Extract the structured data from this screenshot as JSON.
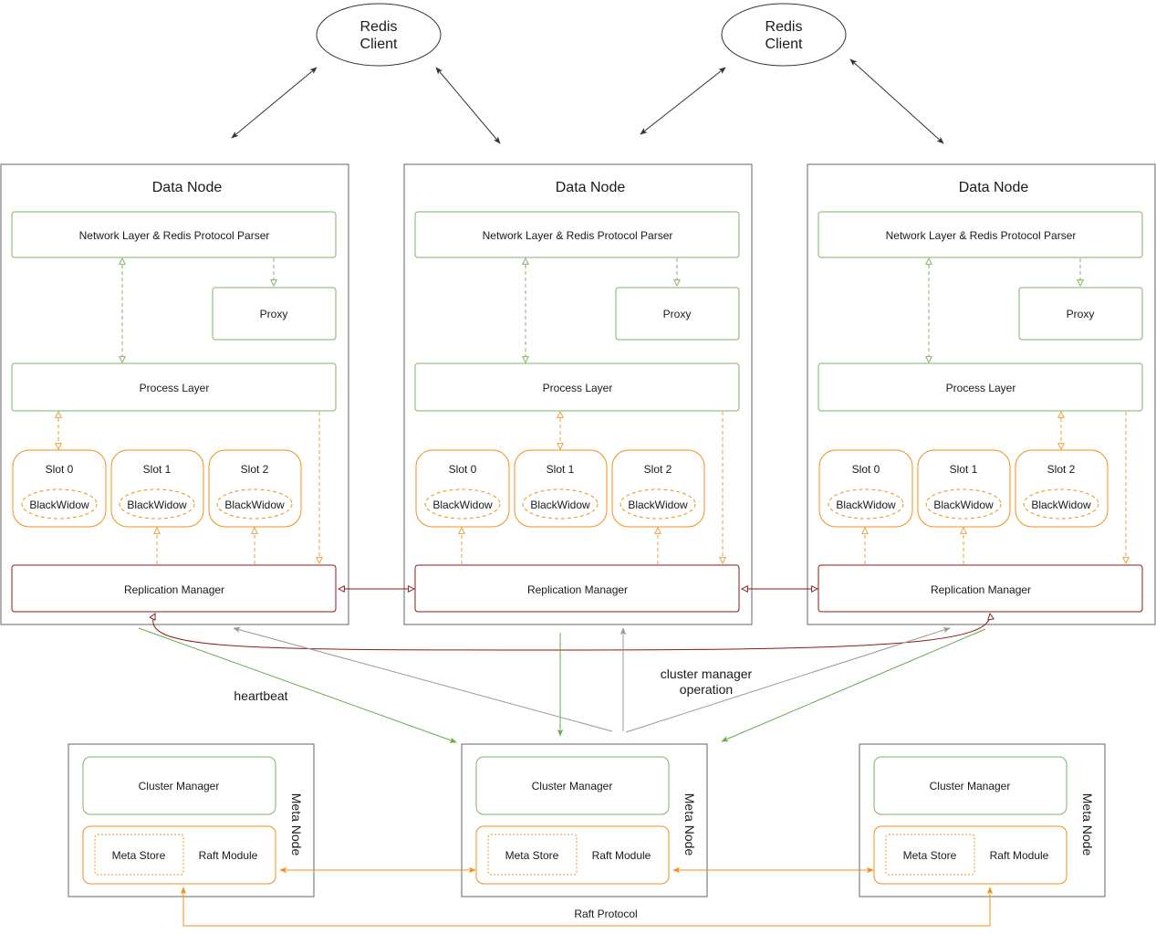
{
  "clients": [
    {
      "line1": "Redis",
      "line2": "Client"
    },
    {
      "line1": "Redis",
      "line2": "Client"
    }
  ],
  "data_nodes": [
    {
      "title": "Data Node",
      "network_layer": "Network Layer & Redis Protocol Parser",
      "proxy": "Proxy",
      "process_layer": "Process Layer",
      "slots": [
        {
          "label": "Slot 0",
          "engine": "BlackWidow"
        },
        {
          "label": "Slot 1",
          "engine": "BlackWidow"
        },
        {
          "label": "Slot 2",
          "engine": "BlackWidow"
        }
      ],
      "replication_manager": "Replication Manager"
    },
    {
      "title": "Data Node",
      "network_layer": "Network Layer & Redis Protocol Parser",
      "proxy": "Proxy",
      "process_layer": "Process Layer",
      "slots": [
        {
          "label": "Slot 0",
          "engine": "BlackWidow"
        },
        {
          "label": "Slot 1",
          "engine": "BlackWidow"
        },
        {
          "label": "Slot 2",
          "engine": "BlackWidow"
        }
      ],
      "replication_manager": "Replication Manager"
    },
    {
      "title": "Data Node",
      "network_layer": "Network Layer & Redis Protocol Parser",
      "proxy": "Proxy",
      "process_layer": "Process Layer",
      "slots": [
        {
          "label": "Slot 0",
          "engine": "BlackWidow"
        },
        {
          "label": "Slot 1",
          "engine": "BlackWidow"
        },
        {
          "label": "Slot 2",
          "engine": "BlackWidow"
        }
      ],
      "replication_manager": "Replication Manager"
    }
  ],
  "meta_nodes": [
    {
      "title": "Meta  Node",
      "cluster_manager": "Cluster Manager",
      "meta_store": "Meta Store",
      "raft_module": "Raft Module"
    },
    {
      "title": "Meta  Node",
      "cluster_manager": "Cluster Manager",
      "meta_store": "Meta Store",
      "raft_module": "Raft Module"
    },
    {
      "title": "Meta  Node",
      "cluster_manager": "Cluster Manager",
      "meta_store": "Meta Store",
      "raft_module": "Raft Module"
    }
  ],
  "labels": {
    "heartbeat": "heartbeat",
    "cluster_op_line1": "cluster manager",
    "cluster_op_line2": "operation",
    "raft_protocol": "Raft Protocol"
  },
  "colors": {
    "node_border": "#666666",
    "green": "#82b366",
    "green_line": "#6aa84f",
    "orange": "#f0901c",
    "orange_dash": "#e8a33c",
    "dark_red": "#8b1a1a",
    "gray_line": "#999999",
    "black_line": "#333333"
  }
}
